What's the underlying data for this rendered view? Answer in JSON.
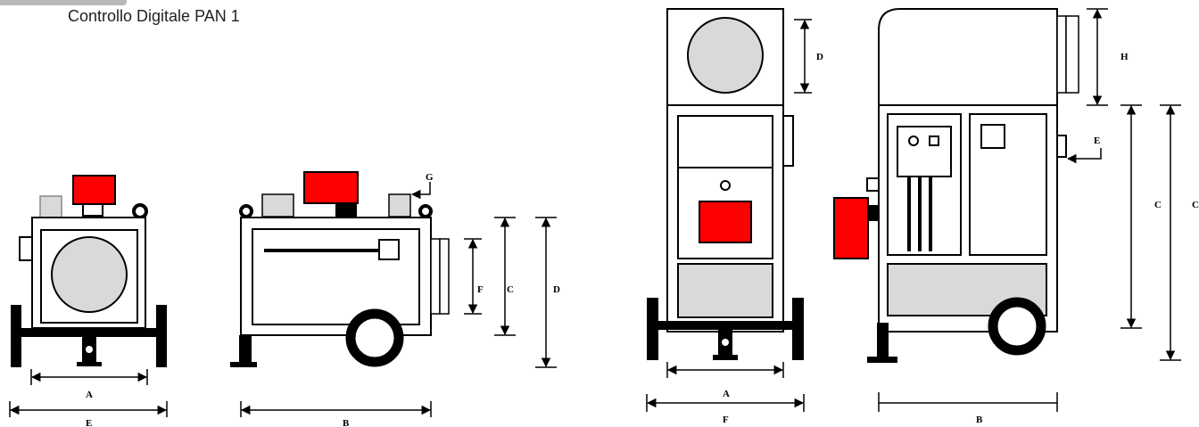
{
  "header": {
    "title": "Controllo Digitale PAN 1"
  },
  "colors": {
    "accent_red": "#ff0000",
    "fill_grey": "#d9d9d9",
    "frame": "#000000"
  },
  "diagram_labels": {
    "small_front": {
      "A": "A",
      "E": "E"
    },
    "small_side": {
      "B": "B",
      "C": "C",
      "D": "D",
      "F": "F",
      "G": "G"
    },
    "large_front": {
      "A": "A",
      "D": "D",
      "F": "F"
    },
    "large_side": {
      "B": "B",
      "C": "C",
      "C2": "C",
      "E": "E",
      "H": "H"
    }
  }
}
